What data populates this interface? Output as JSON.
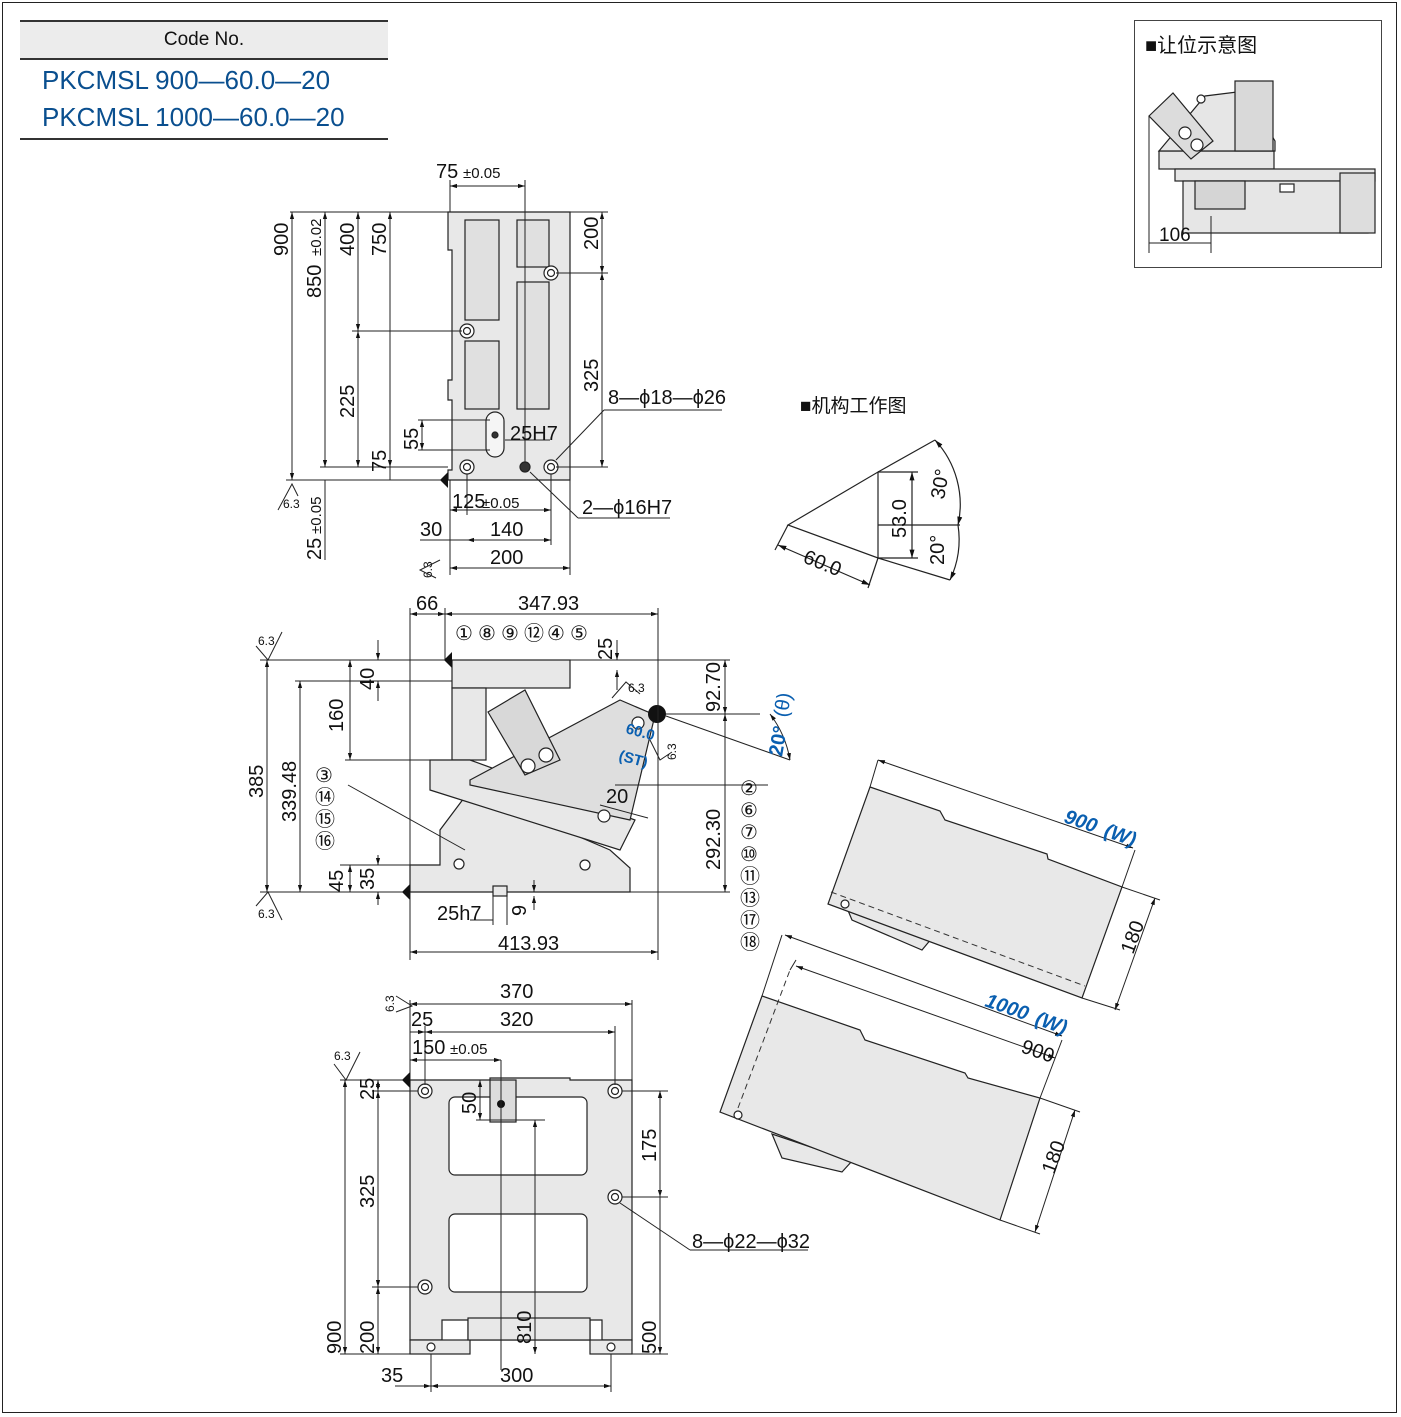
{
  "code_table": {
    "header": "Code No.",
    "rows": [
      "PKCMSL 900—60.0—20",
      "PKCMSL 1000—60.0—20"
    ]
  },
  "inset": {
    "title": "■让位示意图",
    "dim": "106"
  },
  "mechanism": {
    "title": "■机构工作图",
    "stroke": "60.0",
    "height": "53.0",
    "angle_top": "30°",
    "angle_bottom": "20°"
  },
  "top_view": {
    "d75_top": "75",
    "tol_005": "±0.05",
    "d900": "900",
    "d850": "850",
    "tol_002": "±0.02",
    "d400": "400",
    "d750": "750",
    "d200_right": "200",
    "d325": "325",
    "d225": "225",
    "d55": "55",
    "d75_left": "75",
    "d25h7": "25H7",
    "holes_8": "8—ϕ18—ϕ26",
    "d125": "125",
    "holes_2": "2—ϕ16H7",
    "d25": "25",
    "d30": "30",
    "d140": "140",
    "d200_bottom": "200",
    "rough": "6.3"
  },
  "side_view": {
    "d66": "66",
    "d347": "347.93",
    "d25": "25",
    "d40": "40",
    "d160": "160",
    "d385": "385",
    "d339": "339.48",
    "d45": "45",
    "d35": "35",
    "d92": "92.70",
    "d292": "292.30",
    "angle": "20°",
    "theta": "(θ)",
    "stroke": "60.0",
    "st": "(ST)",
    "d20": "20",
    "d25h7": "25h7",
    "d9": "9",
    "d413": "413.93",
    "rough": "6.3",
    "callouts_top": [
      "①",
      "⑧",
      "⑨",
      "⑫",
      "④",
      "⑤"
    ],
    "callouts_left": [
      "③",
      "⑭",
      "⑮",
      "⑯"
    ],
    "callouts_right": [
      "②",
      "⑥",
      "⑦",
      "⑩",
      "⑪",
      "⑬",
      "⑰",
      "⑱"
    ]
  },
  "bottom_view": {
    "d370": "370",
    "d25": "25",
    "d320": "320",
    "d150": "150",
    "tol_005": "±0.05",
    "d25_left": "25",
    "d50": "50",
    "d175": "175",
    "d325": "325",
    "holes_8": "8—ϕ22—ϕ32",
    "d900": "900",
    "d200": "200",
    "d810": "810",
    "d500": "500",
    "d35": "35",
    "d300": "300",
    "rough": "6.3"
  },
  "plates": {
    "w900": "900",
    "w900_label": "(W)",
    "h900": "180",
    "w1000": "1000",
    "w1000_label": "(W)",
    "d900": "900",
    "h1000": "180"
  },
  "colors": {
    "blue": "#0a5fb0",
    "line": "#1a1a1a",
    "fill": "#e8e8e8"
  }
}
